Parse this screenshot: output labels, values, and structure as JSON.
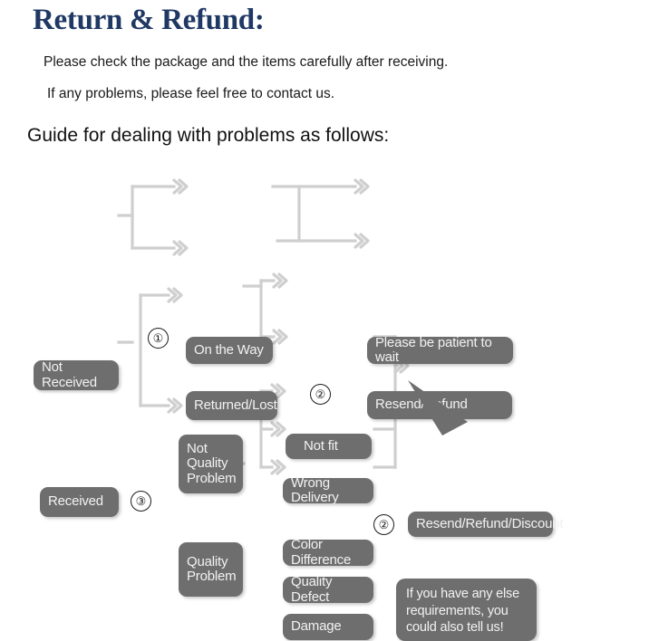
{
  "header": {
    "title": "Return & Refund:",
    "line1": "Please check the package and the items carefully after receiving.",
    "line2": "If any problems, please feel free to contact us.",
    "guide": "Guide for dealing with problems as follows:"
  },
  "flow": {
    "nodes": {
      "not_received": "Not Received",
      "on_the_way": "On the Way",
      "returned_lost": "Returned/Lost",
      "please_wait": "Please be patient to wait",
      "resend_refund": "Resend/Refund",
      "received": "Received",
      "not_quality_problem": "Not\nQuality\nProblem",
      "quality_problem": "Quality\nProblem",
      "not_fit": "Not fit",
      "wrong_delivery": "Wrong Delivery",
      "color_difference": "Color Difference",
      "quality_defect": "Quality Defect",
      "damage": "Damage",
      "resend_refund_discount": "Resend/Refund/Discount"
    },
    "markers": {
      "m1": "①",
      "m2a": "②",
      "m2b": "②",
      "m3": "③"
    },
    "bubble": "If you have any else requirements, you could also tell us!"
  },
  "colors": {
    "title": "#1f3864",
    "node_fill": "#6e6e6e",
    "node_text": "#f2f2f2",
    "connector": "#d0d0d0",
    "background": "#ffffff"
  }
}
